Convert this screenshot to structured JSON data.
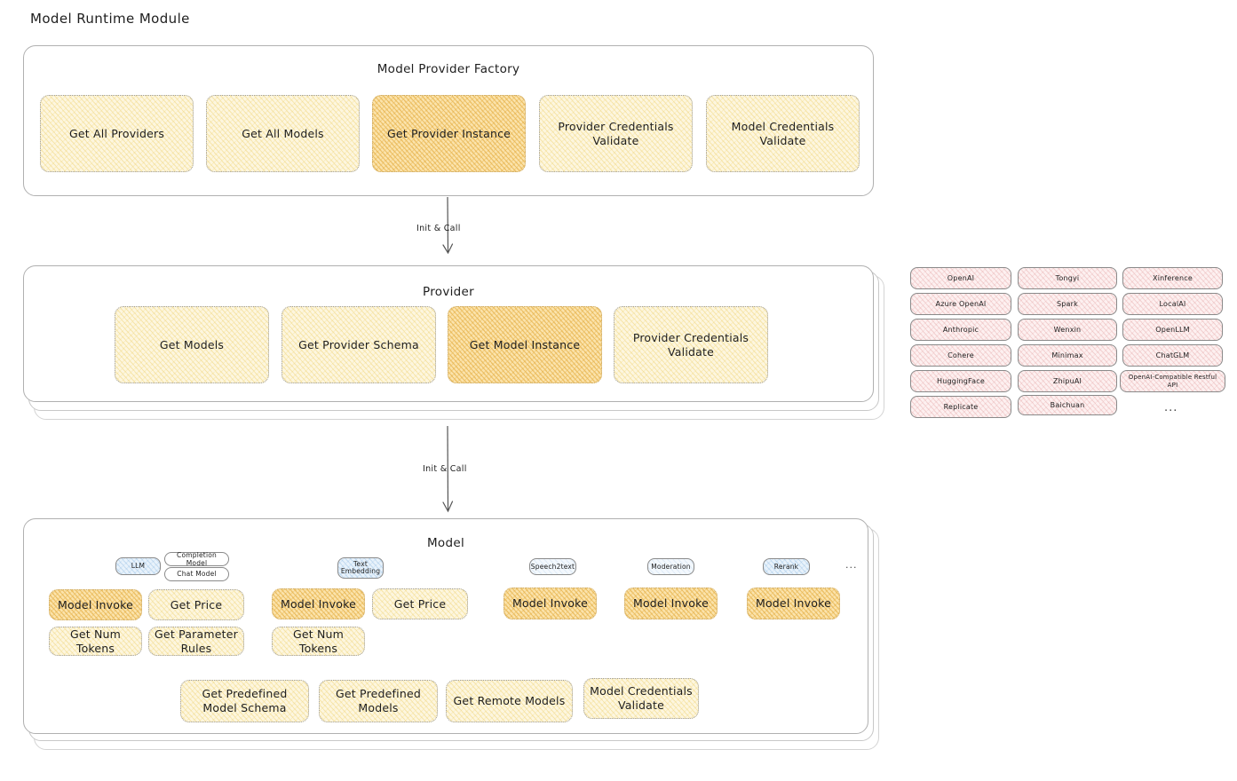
{
  "page": {
    "title": "Model Runtime Module",
    "background": "#ffffff",
    "accent_amber": "#fbe3ab",
    "accent_cream": "#fdf6df",
    "accent_pink": "#fdf0f0",
    "accent_blue": "#e8f2fb"
  },
  "factory": {
    "label": "Model Provider Factory",
    "nodes": [
      {
        "label": "Get All Providers",
        "highlight": false
      },
      {
        "label": "Get All Models",
        "highlight": false
      },
      {
        "label": "Get Provider Instance",
        "highlight": true
      },
      {
        "label": "Provider Credentials Validate",
        "highlight": false
      },
      {
        "label": "Model Credentials Validate",
        "highlight": false
      }
    ]
  },
  "arrow_1": {
    "label": "Init & Call"
  },
  "provider": {
    "label": "Provider",
    "nodes": [
      {
        "label": "Get Models",
        "highlight": false
      },
      {
        "label": "Get Provider Schema",
        "highlight": false
      },
      {
        "label": "Get Model Instance",
        "highlight": true
      },
      {
        "label": "Provider Credentials Validate",
        "highlight": false
      }
    ]
  },
  "arrow_2": {
    "label": "Init & Call"
  },
  "provider_list": {
    "ellipsis": "...",
    "columns": [
      [
        "OpenAI",
        "Azure OpenAI",
        "Anthropic",
        "Cohere",
        "HuggingFace",
        "Replicate"
      ],
      [
        "Tongyi",
        "Spark",
        "Wenxin",
        "Minimax",
        "ZhipuAI",
        "Baichuan"
      ],
      [
        "Xinference",
        "LocalAI",
        "OpenLLM",
        "ChatGLM",
        "OpenAI-Compatible Restful API"
      ]
    ]
  },
  "model": {
    "label": "Model",
    "ellipsis": "...",
    "types": [
      {
        "badge": "LLM",
        "badge_style": "blue",
        "subtypes": [
          "Completion Model",
          "Chat Model"
        ],
        "nodes": [
          {
            "label": "Model Invoke",
            "highlight": true
          },
          {
            "label": "Get Price",
            "highlight": false
          },
          {
            "label": "Get Num Tokens",
            "highlight": false
          },
          {
            "label": "Get Parameter Rules",
            "highlight": false
          }
        ]
      },
      {
        "badge": "Text Embedding",
        "badge_style": "blue",
        "subtypes": [],
        "nodes": [
          {
            "label": "Model Invoke",
            "highlight": true
          },
          {
            "label": "Get Price",
            "highlight": false
          },
          {
            "label": "Get Num Tokens",
            "highlight": false
          }
        ]
      },
      {
        "badge": "Speech2text",
        "badge_style": "blue-pale",
        "subtypes": [],
        "nodes": [
          {
            "label": "Model Invoke",
            "highlight": true
          }
        ]
      },
      {
        "badge": "Moderation",
        "badge_style": "blue-pale",
        "subtypes": [],
        "nodes": [
          {
            "label": "Model Invoke",
            "highlight": true
          }
        ]
      },
      {
        "badge": "Rerank",
        "badge_style": "blue",
        "subtypes": [],
        "nodes": [
          {
            "label": "Model Invoke",
            "highlight": true
          }
        ]
      }
    ],
    "common_nodes": [
      {
        "label": "Get Predefined Model Schema"
      },
      {
        "label": "Get Predefined Models"
      },
      {
        "label": "Get Remote Models"
      },
      {
        "label": "Model Credentials Validate"
      }
    ]
  }
}
